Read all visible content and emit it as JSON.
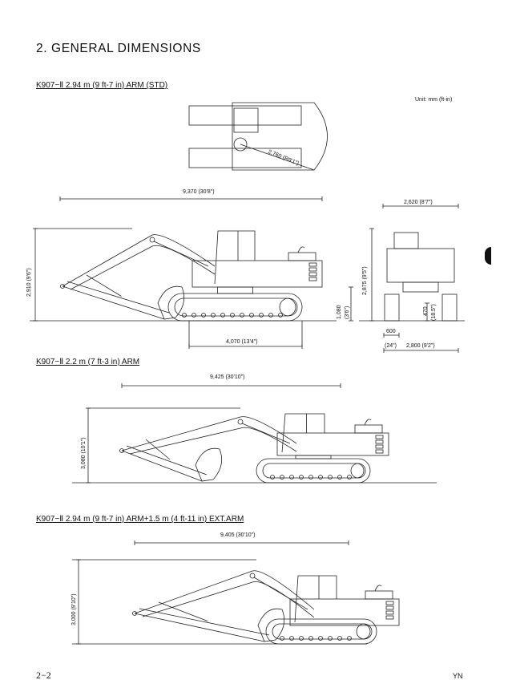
{
  "page": {
    "title": "2.  GENERAL DIMENSIONS",
    "unit": "Unit: mm (ft-in)",
    "footer_page": "2−2",
    "footer_code": "YN"
  },
  "sections": [
    {
      "heading": "K907−Ⅱ  2.94 m (9 ft-7 in) ARM (STD)",
      "dims": {
        "swing_radius": "2,760 (R9'1\")",
        "overall_length": "9,370 (30'8\")",
        "overall_height": "2,910 (9'6\")",
        "counterweight_clearance": "1,080",
        "counterweight_clearance_ft": "(3'6\")",
        "cab_height": "2,875 (9'5\")",
        "track_length": "4,070 (13'4\")",
        "overall_width": "2,620 (8'7\")",
        "ground_clearance": "470",
        "ground_clearance_in": "(18.5\")",
        "shoe_width": "600",
        "shoe_width_in": "(24\")",
        "track_gauge_width": "2,800 (9'2\")"
      }
    },
    {
      "heading": "K907−Ⅱ  2.2 m (7 ft-3 in) ARM",
      "dims": {
        "overall_length": "9,425 (30'10\")",
        "overall_height": "3,080 (10'1\")"
      }
    },
    {
      "heading": "K907−Ⅱ  2.94 m (9 ft-7 in) ARM+1.5 m (4 ft-11 in) EXT.ARM",
      "dims": {
        "overall_length": "9,405 (30'10\")",
        "overall_height": "3,000 (9'10\")"
      }
    }
  ]
}
